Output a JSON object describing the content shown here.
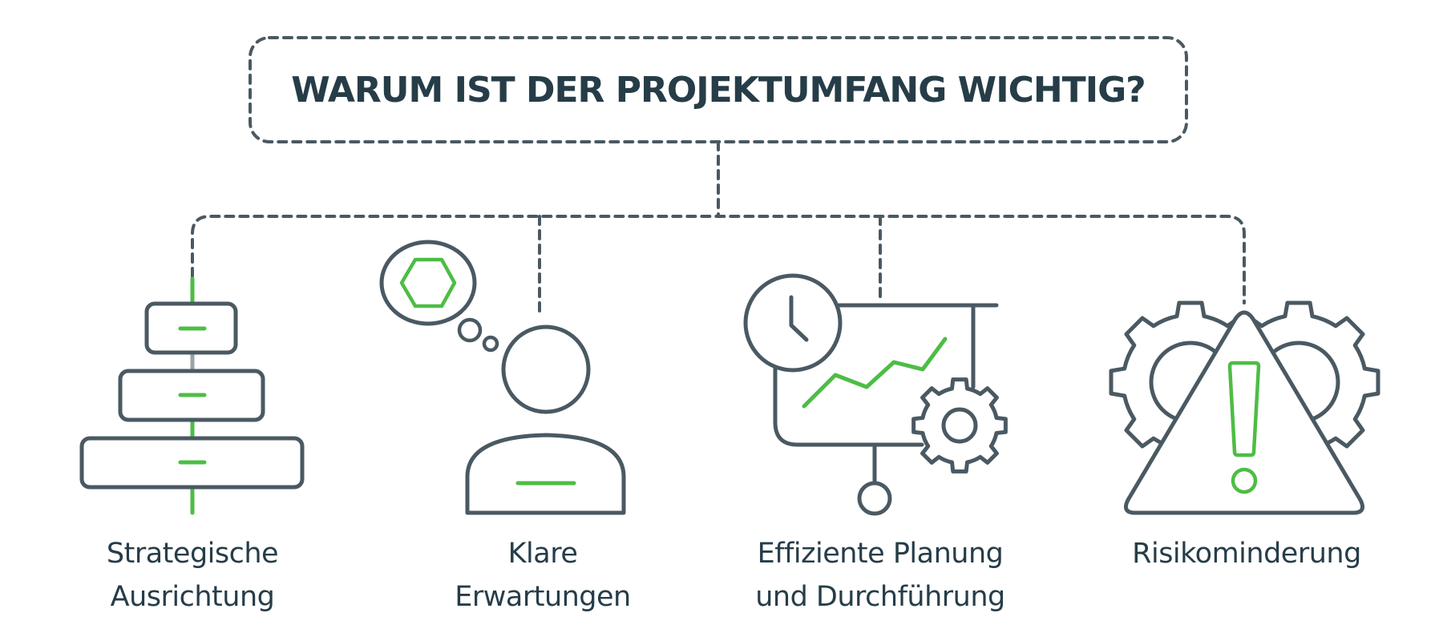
{
  "title": "WARUM IST DER PROJEKTUMFANG WICHTIG?",
  "colors": {
    "stroke": "#4a5962",
    "accent": "#4dbd45",
    "text": "#263d48",
    "background": "#ffffff"
  },
  "branches": [
    {
      "id": "strategic-alignment",
      "icon": "stacked-boxes-icon",
      "label_lines": [
        "Strategische",
        "Ausrichtung"
      ]
    },
    {
      "id": "clear-expectations",
      "icon": "person-thinking-icon",
      "label_lines": [
        "Klare",
        "Erwartungen"
      ]
    },
    {
      "id": "efficient-planning",
      "icon": "presentation-board-clock-gear-icon",
      "label_lines": [
        "Effiziente Planung",
        "und Durchführung"
      ]
    },
    {
      "id": "risk-mitigation",
      "icon": "warning-triangle-gears-icon",
      "label_lines": [
        "Risikominderung"
      ]
    }
  ]
}
